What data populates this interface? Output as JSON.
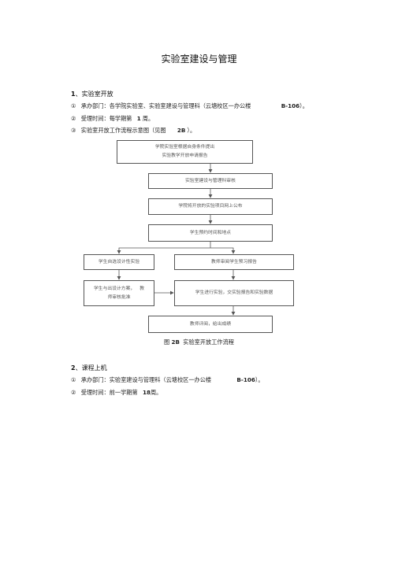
{
  "doc": {
    "title": "实验室建设与管理",
    "section1": {
      "heading_num": "1",
      "heading_text": "、实验室开放",
      "items": [
        {
          "marker": "①",
          "text": "承办部门：各学院实验室、实验室建设与管理科（云塘校区一办公楼",
          "code": "B-106",
          "tail": "）。"
        },
        {
          "marker": "②",
          "text": "受理时间：每学期第",
          "code": "1",
          "tail": "周。"
        },
        {
          "marker": "③",
          "text": "实验室开放工作流程示意图（见图",
          "code": "2B",
          "tail": "）。"
        }
      ]
    },
    "flowchart": {
      "box1_line1": "学院实验室根据自身条件提出",
      "box1_line2": "实验教学开放申请报告",
      "box2": "实验室建设与管理科审核",
      "box3": "学院将开放的实验项目网上公布",
      "box4": "学生预约时间和地点",
      "box5": "学生自选设计性实验",
      "box6": "教师审阅学生预习报告",
      "box7_line1": "学生与出设计方案，",
      "box7_line1b": "教",
      "box7_line2": "师审核批准",
      "box8": "学生进行实验，交实验报告和实验数据",
      "box9": "教师评阅，给出成绩"
    },
    "caption": {
      "fig": "图",
      "num": "2B",
      "text": "实验室开放工作流程"
    },
    "section2": {
      "heading_num": "2",
      "heading_text": "、课程上机",
      "items": [
        {
          "marker": "①",
          "text": "承办部门：实验室建设与管理科（云塘校区一办公楼",
          "code": "B-106",
          "tail": "）。"
        },
        {
          "marker": "②",
          "text": "受理时间：前一学期第",
          "code": "18",
          "tail": "周。"
        }
      ]
    }
  }
}
